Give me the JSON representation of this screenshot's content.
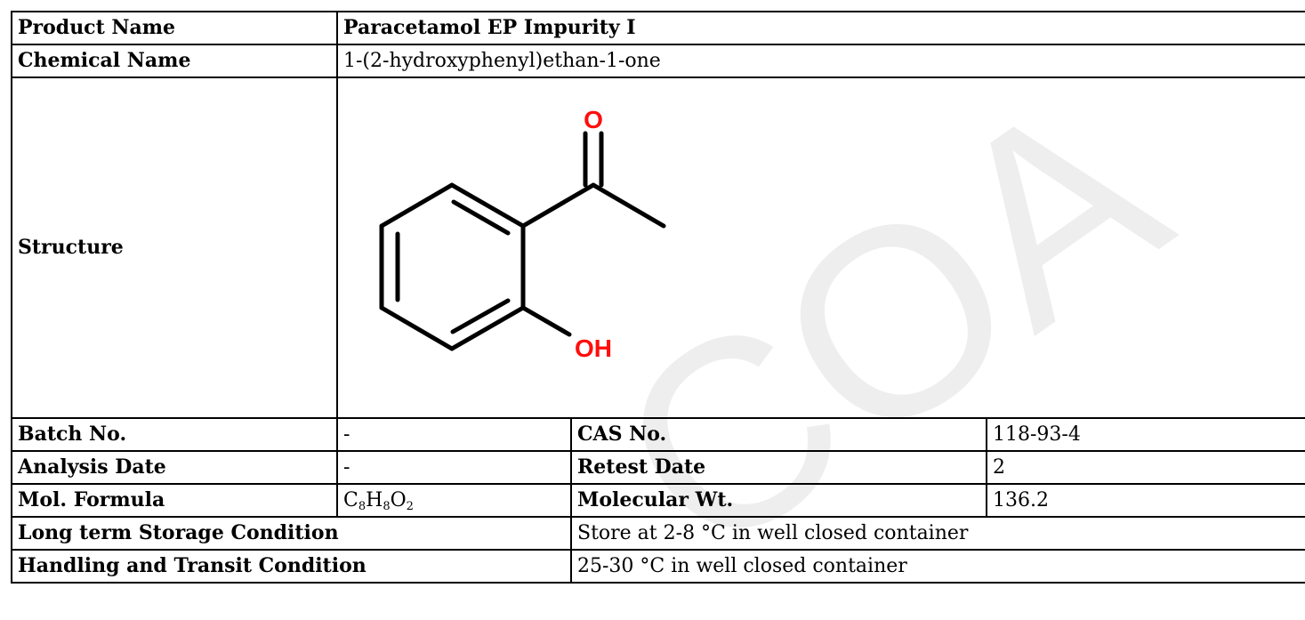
{
  "watermark": {
    "text": "COA",
    "color": "#eeeeee"
  },
  "rows": {
    "product_name": {
      "label": "Product Name",
      "value": "Paracetamol EP Impurity I"
    },
    "chemical_name": {
      "label": "Chemical Name",
      "value": "1-(2-hydroxyphenyl)ethan-1-one"
    },
    "structure": {
      "label": "Structure",
      "atom_o": "O",
      "atom_oh": "OH",
      "hetero_color": "#ff0d0d"
    },
    "batch_no": {
      "label": "Batch No.",
      "value": "-"
    },
    "cas_no": {
      "label": "CAS No.",
      "value": "118-93-4"
    },
    "analysis_date": {
      "label": "Analysis Date",
      "value": "-"
    },
    "retest_date": {
      "label": "Retest Date",
      "value": "2"
    },
    "mol_formula": {
      "label": "Mol. Formula",
      "c": "C",
      "c_count": "8",
      "h": "H",
      "h_count": "8",
      "o": "O",
      "o_count": "2"
    },
    "molecular_wt": {
      "label": "Molecular Wt.",
      "value": "136.2"
    },
    "storage": {
      "label": "Long term Storage Condition",
      "value": "Store at 2-8 °C in well closed container"
    },
    "handling": {
      "label": "Handling and Transit Condition",
      "value": "25-30 °C in well closed container"
    }
  }
}
